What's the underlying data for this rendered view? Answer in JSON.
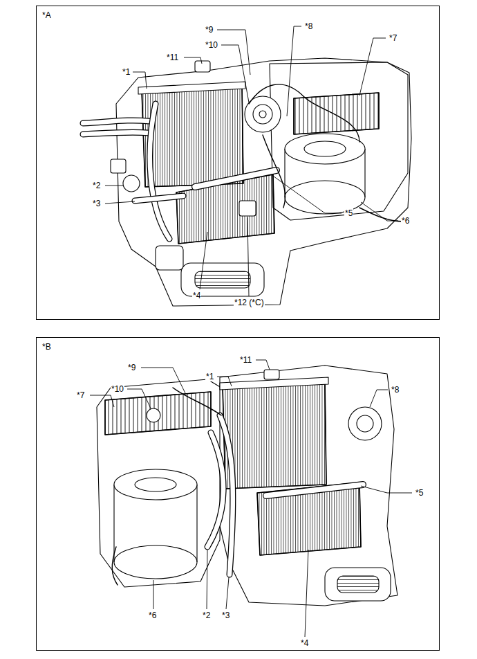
{
  "diagram": {
    "nodes": [
      {
        "text": [
          "*A"
        ]
      },
      {
        "text": [
          "*B"
        ]
      }
    ],
    "labels": [
      "*11",
      "*1",
      "*9",
      "*10",
      "*8",
      "*7",
      "*2",
      "*3",
      "*5",
      "*6",
      "*4",
      "*12 (*C)",
      "*9",
      "*11",
      "*10",
      "*1",
      "*8",
      "*7",
      "*5",
      "*6",
      "*2",
      "*3",
      "*4"
    ]
  }
}
